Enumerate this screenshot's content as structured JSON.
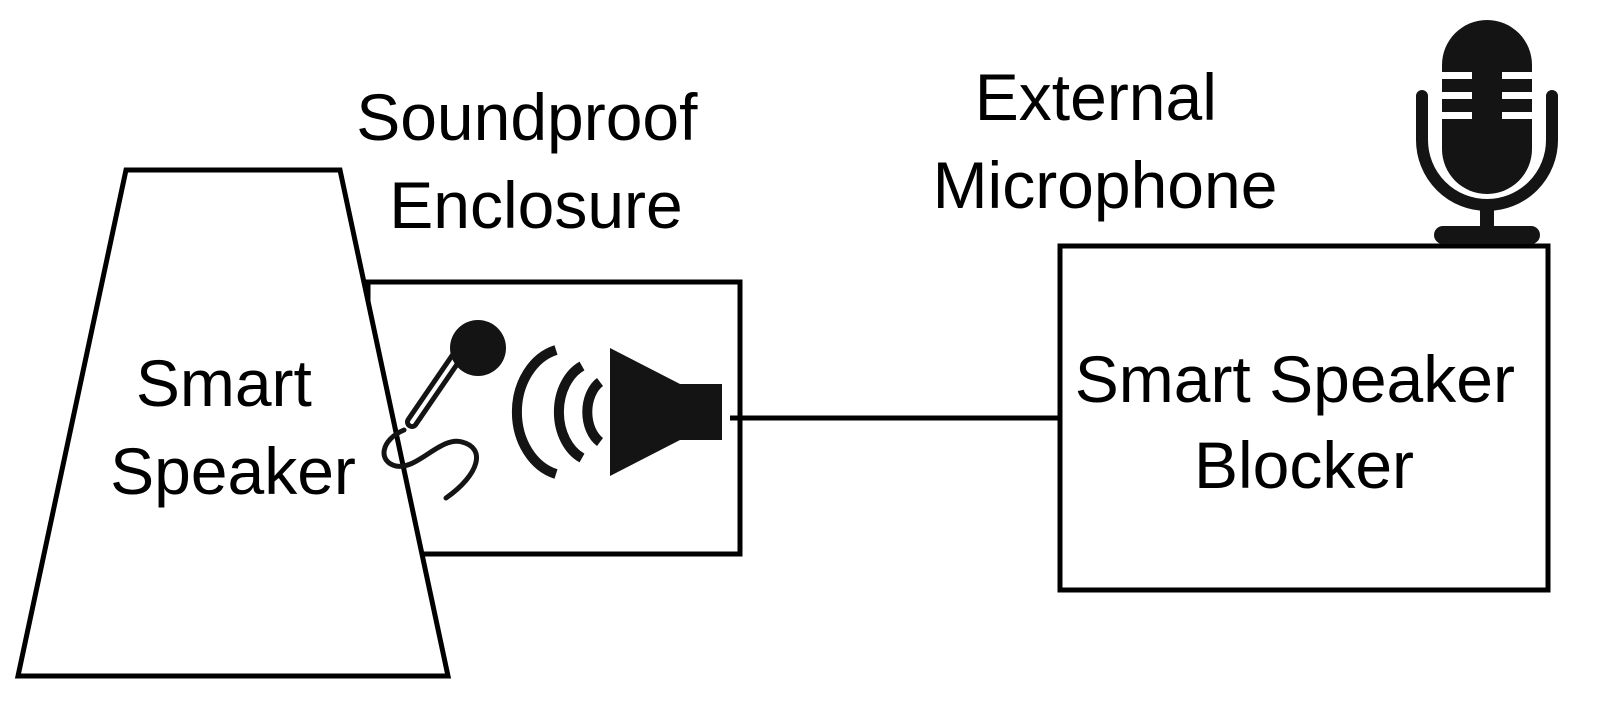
{
  "labels": {
    "soundproof_enclosure": [
      "Soundproof",
      "Enclosure"
    ],
    "external_microphone": [
      "External",
      "Microphone"
    ],
    "smart_speaker": [
      "Smart",
      "Speaker"
    ],
    "smart_speaker_blocker": [
      "Smart Speaker",
      "Blocker"
    ]
  },
  "icons": {
    "handheld_microphone": "microphone-icon",
    "loudspeaker": "loudspeaker-icon",
    "studio_microphone": "studio-microphone-icon"
  },
  "colors": {
    "stroke": "#000000",
    "icon_fill": "#141414",
    "background": "#ffffff"
  }
}
